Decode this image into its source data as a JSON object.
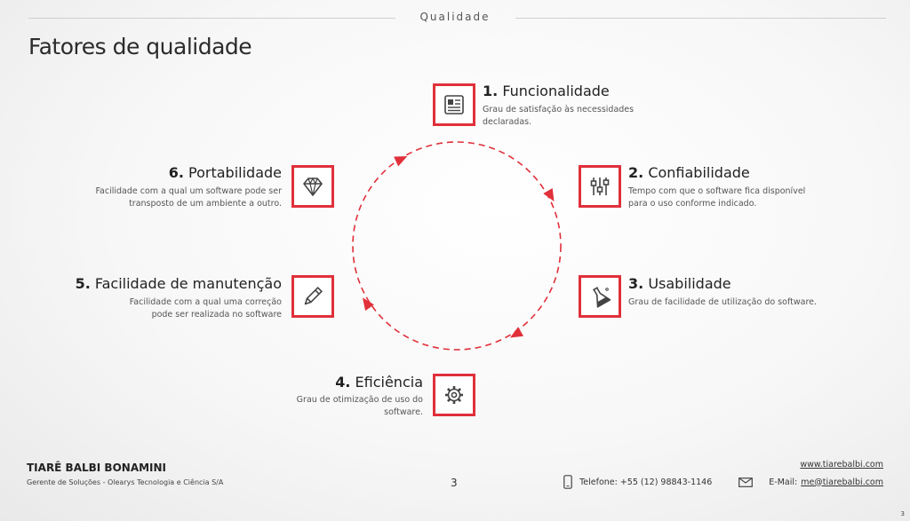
{
  "header": {
    "section": "Qualidade",
    "title": "Fatores de qualidade"
  },
  "factors": [
    {
      "num": "1.",
      "name": "Funcionalidade",
      "desc": "Grau de satisfação às necessidades declaradas.",
      "icon": "document-icon"
    },
    {
      "num": "2.",
      "name": "Confiabilidade",
      "desc": "Tempo com que o software fica disponível para o uso conforme indicado.",
      "icon": "sliders-icon"
    },
    {
      "num": "3.",
      "name": "Usabilidade",
      "desc": "Grau de facilidade de utilização do software.",
      "icon": "flask-icon"
    },
    {
      "num": "4.",
      "name": "Eficiência",
      "desc": "Grau de otimização de uso do software.",
      "icon": "gear-icon"
    },
    {
      "num": "5.",
      "name": "Facilidade de manutenção",
      "desc": "Facilidade com a qual uma correção pode ser realizada no software",
      "icon": "pencil-icon"
    },
    {
      "num": "6.",
      "name": "Portabilidade",
      "desc": "Facilidade com a qual um software pode ser transposto de um ambiente a outro.",
      "icon": "diamond-icon"
    }
  ],
  "footer": {
    "name": "TIARÊ BALBI BONAMINI",
    "role": "Gerente de Soluções - Olearys Tecnologia e Ciência S/A",
    "page": "3",
    "website": "www.tiarebalbi.com",
    "phone": "Telefone: +55 (12) 98843-1146",
    "email_label": "E-Mail:",
    "email": "me@tiarebalbi.com",
    "corner_page": "3"
  },
  "colors": {
    "accent": "#e0303a",
    "text": "#333333"
  }
}
